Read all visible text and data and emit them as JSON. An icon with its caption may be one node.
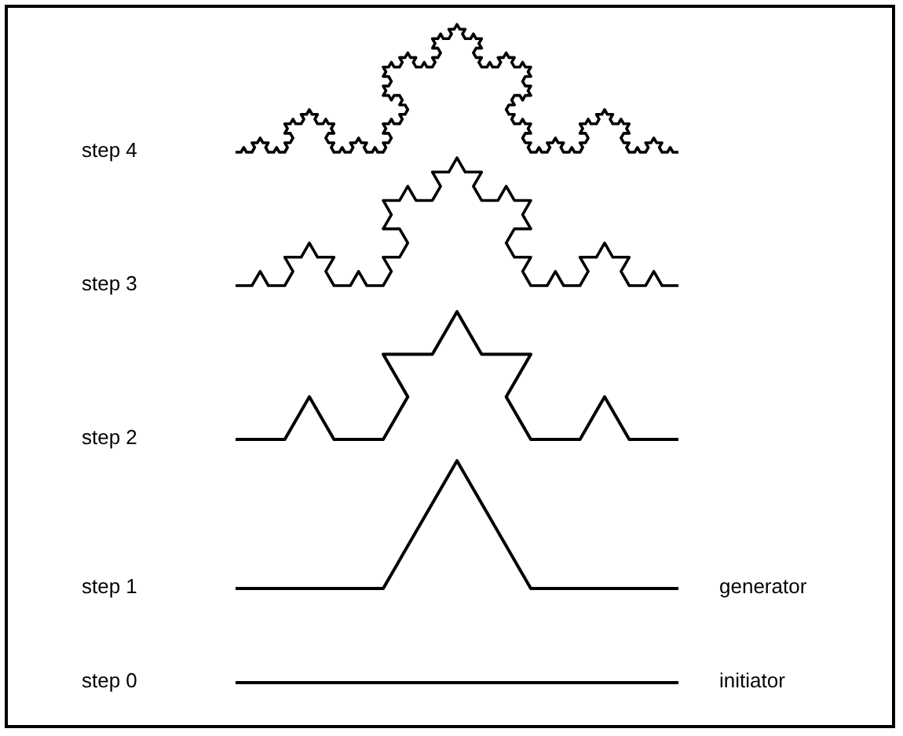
{
  "diagram": {
    "labels": [
      "step 4",
      "step 3",
      "step 2",
      "step 1",
      "generator",
      "step 0",
      "initiator"
    ]
  }
}
